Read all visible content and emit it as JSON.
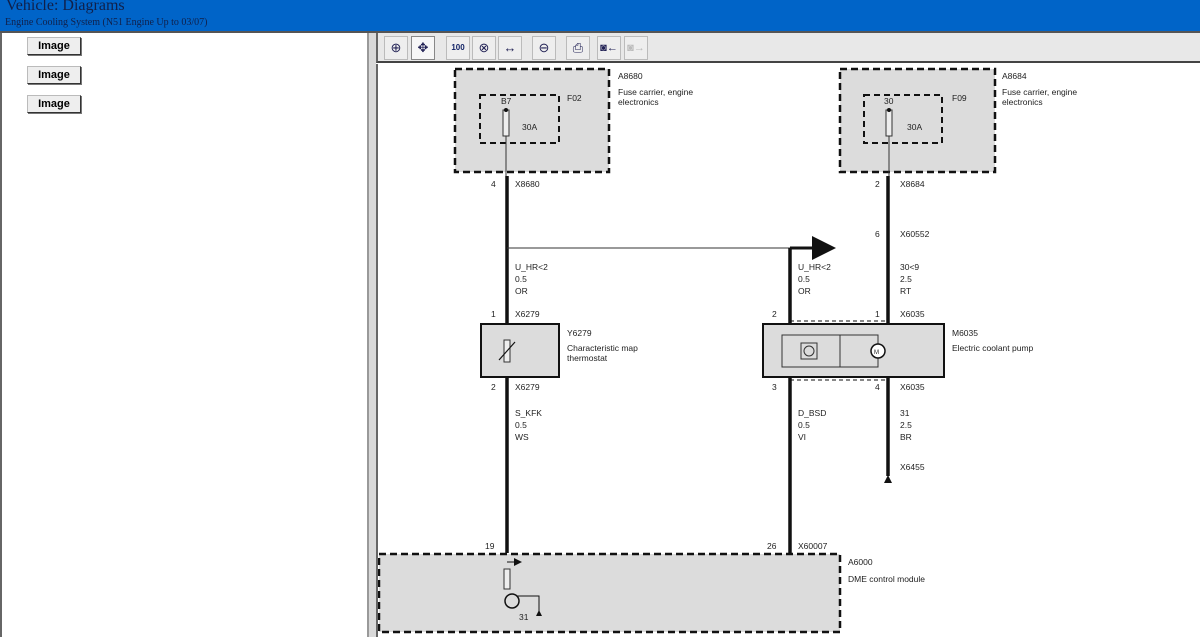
{
  "title": {
    "main": "Vehicle:  Diagrams",
    "sub": "Engine Cooling System (N51 Engine Up to 03/07)"
  },
  "left_pane": {
    "buttons": [
      "Image",
      "Image",
      "Image"
    ]
  },
  "toolbar": {
    "icons": [
      "zoom-in-icon",
      "pan-icon",
      "zoom-100-icon",
      "zoom-fit-icon",
      "zoom-width-icon",
      "zoom-out-icon",
      "print-icon",
      "previous-image-icon",
      "next-image-icon"
    ]
  },
  "diagram": {
    "a8680": {
      "id": "A8680",
      "desc1": "Fuse carrier, engine",
      "desc2": "electronics",
      "fuse": "F02",
      "pin": "B7",
      "rating": "30A",
      "conn_pin": "4",
      "conn": "X8680"
    },
    "a8684": {
      "id": "A8684",
      "desc1": "Fuse carrier, engine",
      "desc2": "electronics",
      "fuse": "F09",
      "pin": "30",
      "rating": "30A",
      "conn_pin": "2",
      "conn": "X8684"
    },
    "x60552": {
      "pin": "6",
      "conn": "X60552"
    },
    "wire_left_top": {
      "signal": "U_HR<2",
      "size": "0.5",
      "color": "OR"
    },
    "wire_mid_top": {
      "signal": "U_HR<2",
      "size": "0.5",
      "color": "OR"
    },
    "wire_right_top": {
      "signal": "30<9",
      "size": "2.5",
      "color": "RT"
    },
    "y6279": {
      "id": "Y6279",
      "desc1": "Characteristic map",
      "desc2": "thermostat",
      "pin_top": "1",
      "conn_top": "X6279",
      "pin_bot": "2",
      "conn_bot": "X6279"
    },
    "m6035": {
      "id": "M6035",
      "desc": "Electric coolant pump",
      "pin_top_left": "2",
      "pin_top_right": "1",
      "conn_top": "X6035",
      "pin_bot_left": "3",
      "pin_bot_right": "4",
      "conn_bot": "X6035"
    },
    "wire_left_bot": {
      "signal": "S_KFK",
      "size": "0.5",
      "color": "WS"
    },
    "wire_mid_bot": {
      "signal": "D_BSD",
      "size": "0.5",
      "color": "VI"
    },
    "wire_right_bot": {
      "signal": "31",
      "size": "2.5",
      "color": "BR"
    },
    "ground": {
      "conn": "X6455"
    },
    "a6000": {
      "id": "A6000",
      "desc": "DME control module",
      "pin_left": "19",
      "pin_mid": "26",
      "conn": "X60007",
      "ground_label": "31"
    }
  }
}
